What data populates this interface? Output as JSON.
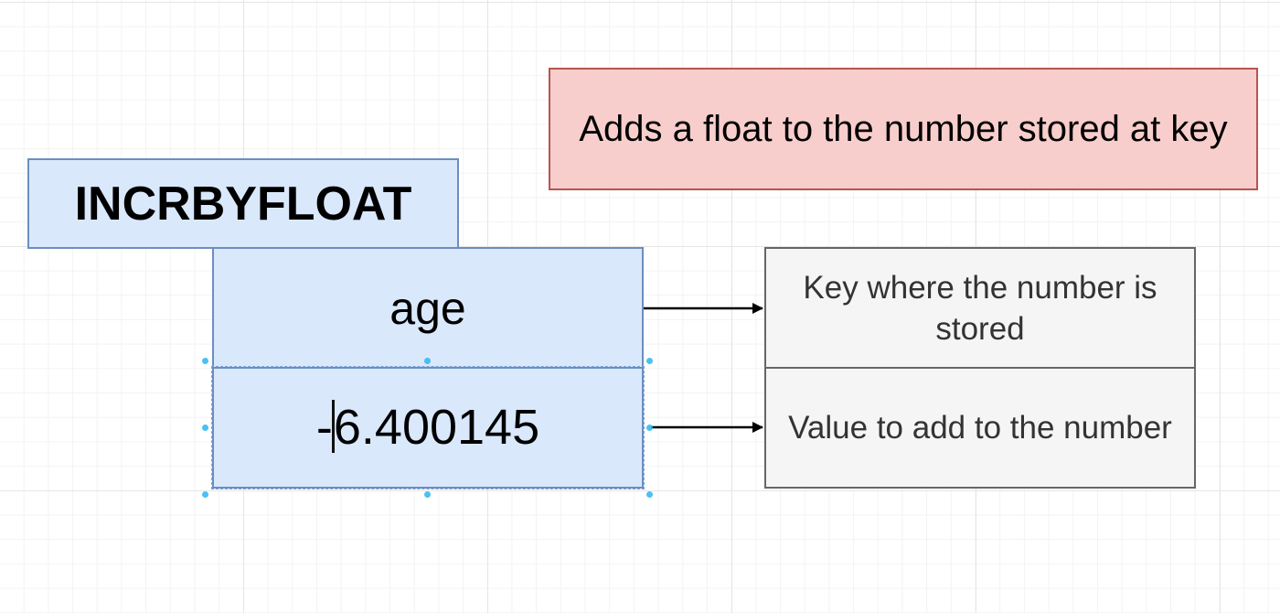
{
  "diagram": {
    "command": "INCRBYFLOAT",
    "description": "Adds a float to the number stored at key",
    "key_arg": "age",
    "value_arg_sign": "-",
    "value_arg_rest": "6.400145",
    "key_note": "Key where the number is stored",
    "value_note": "Value to add to the number"
  },
  "colors": {
    "command_fill": "#dae8fc",
    "command_stroke": "#6c8ebf",
    "description_fill": "#f8cecc",
    "description_stroke": "#b85450",
    "note_fill": "#f5f5f5",
    "note_stroke": "#666666",
    "selection_handle": "#29b6f2"
  }
}
